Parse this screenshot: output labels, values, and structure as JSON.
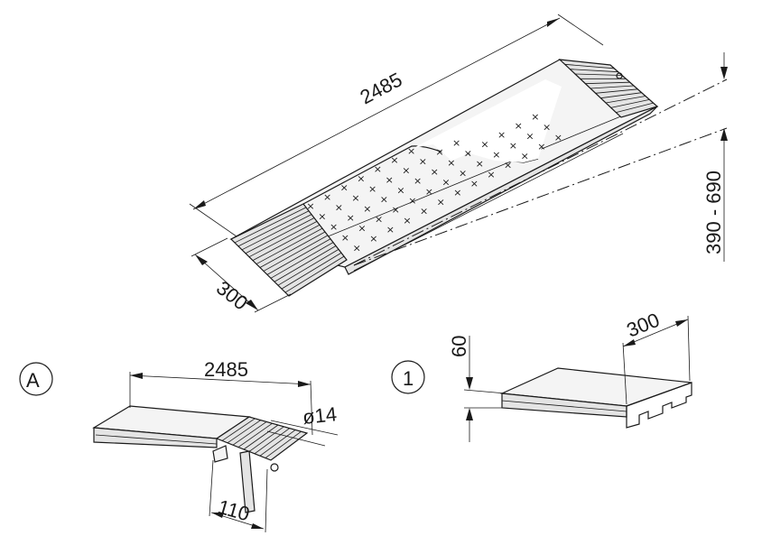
{
  "drawing": {
    "main": {
      "length_label": "2485",
      "width_label": "300",
      "height_label": "390 - 690"
    },
    "detail_a": {
      "label": "A",
      "length_label": "2485",
      "hole_label": "ø14",
      "hook_label": "110"
    },
    "detail_1": {
      "label": "1",
      "height_label": "60",
      "width_label": "300"
    }
  },
  "colors": {
    "line": "#1a1a1a",
    "surface": "#f4f4f4",
    "shade": "#e4e4e4",
    "background": "#ffffff"
  }
}
